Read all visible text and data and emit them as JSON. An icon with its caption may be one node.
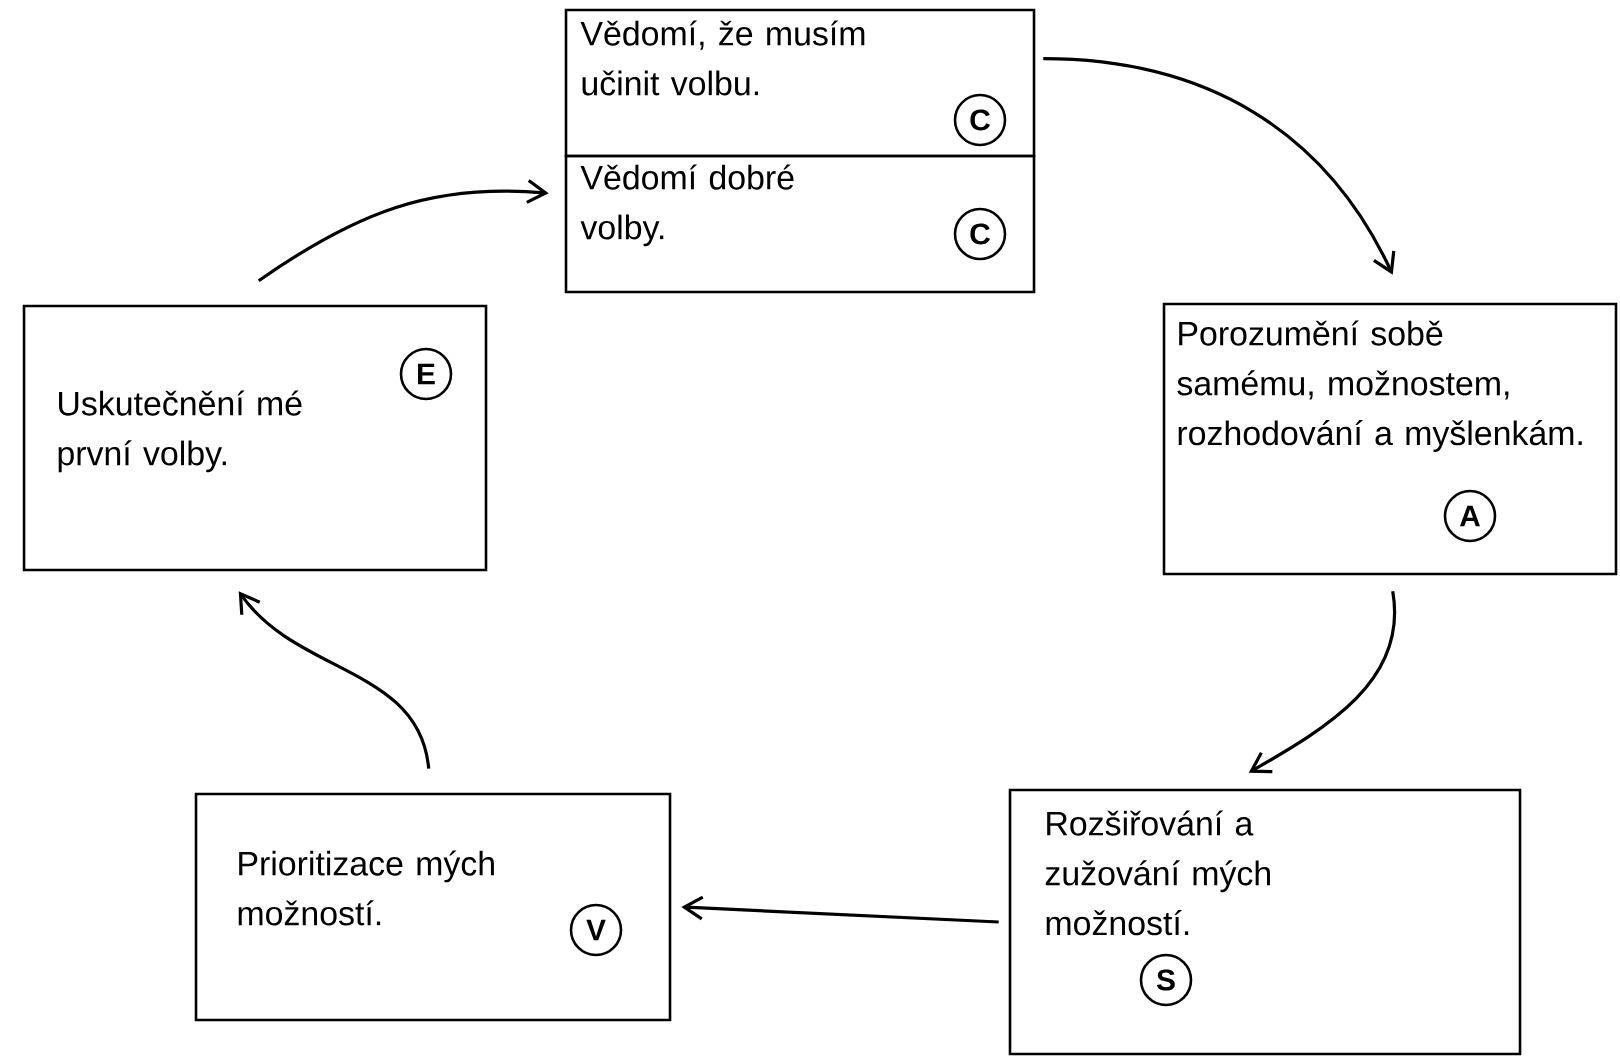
{
  "diagram": {
    "nodes": [
      {
        "text": [
          "Vědomí, že musím učinit volbu.",
          "C"
        ]
      },
      {
        "text": [
          "Vědomí dobré volby.",
          "C"
        ]
      },
      {
        "text": [
          "Porozumění sobě samému, možnostem, rozhodování a myšlenkám.",
          "A"
        ]
      },
      {
        "text": [
          "Rozšiřování a zužování mých možností.",
          "S"
        ]
      },
      {
        "text": [
          "Prioritizace mých možností.",
          "V"
        ]
      },
      {
        "text": [
          "Uskutečnění mé první volby.",
          "E"
        ]
      }
    ],
    "edges": [
      {
        "from": 0,
        "to": 2,
        "arrow": "to"
      },
      {
        "from": 2,
        "to": 3,
        "arrow": "to"
      },
      {
        "from": 3,
        "to": 4,
        "arrow": "to"
      },
      {
        "from": 4,
        "to": 5,
        "arrow": "to"
      },
      {
        "from": 5,
        "to": 1,
        "arrow": "to"
      }
    ]
  }
}
